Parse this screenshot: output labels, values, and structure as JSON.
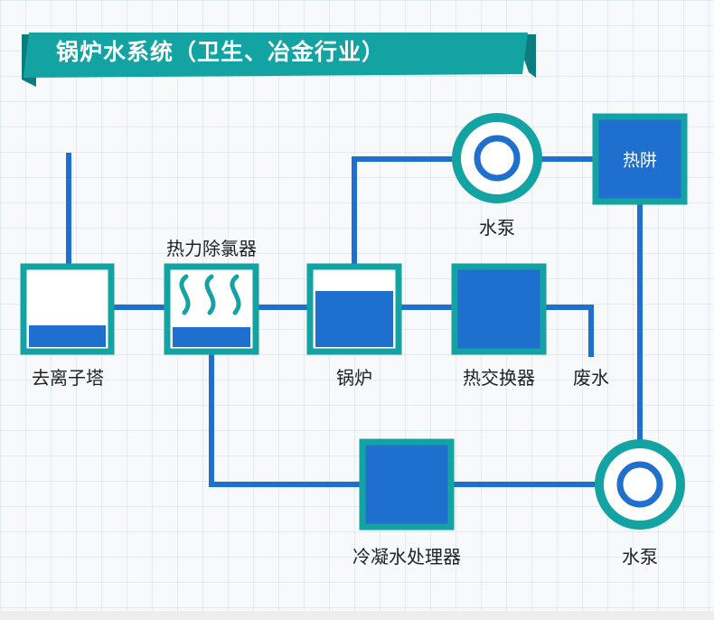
{
  "title": "锅炉水系统（卫生、冶金行业）",
  "colors": {
    "teal": "#14a3a3",
    "blue": "#1f6fce",
    "line": "#1f6fce",
    "title_bg": "#14a3a3",
    "title_shadow": "#0b7d7f"
  },
  "labels": {
    "deionization_tower": "去离子塔",
    "thermal_deaerator": "热力除氯器",
    "boiler": "锅炉",
    "heat_exchanger": "热交换器",
    "wastewater": "废水",
    "pump_top": "水泵",
    "heat_trap": "热阱",
    "condensate_treater": "冷凝水处理器",
    "pump_bottom": "水泵"
  }
}
